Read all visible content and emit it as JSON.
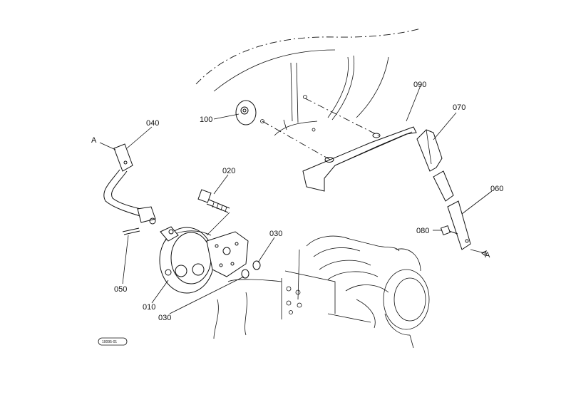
{
  "callouts": [
    {
      "id": "c100",
      "text": "100"
    },
    {
      "id": "c090",
      "text": "090"
    },
    {
      "id": "c070",
      "text": "070"
    },
    {
      "id": "c060",
      "text": "060"
    },
    {
      "id": "c080",
      "text": "080"
    },
    {
      "id": "c040",
      "text": "040"
    },
    {
      "id": "c020",
      "text": "020"
    },
    {
      "id": "c030a",
      "text": "030"
    },
    {
      "id": "c050",
      "text": "050"
    },
    {
      "id": "c010",
      "text": "010"
    },
    {
      "id": "c030b",
      "text": "030"
    }
  ],
  "section_markers": [
    "A",
    "A"
  ],
  "reference_code": "10095-01"
}
